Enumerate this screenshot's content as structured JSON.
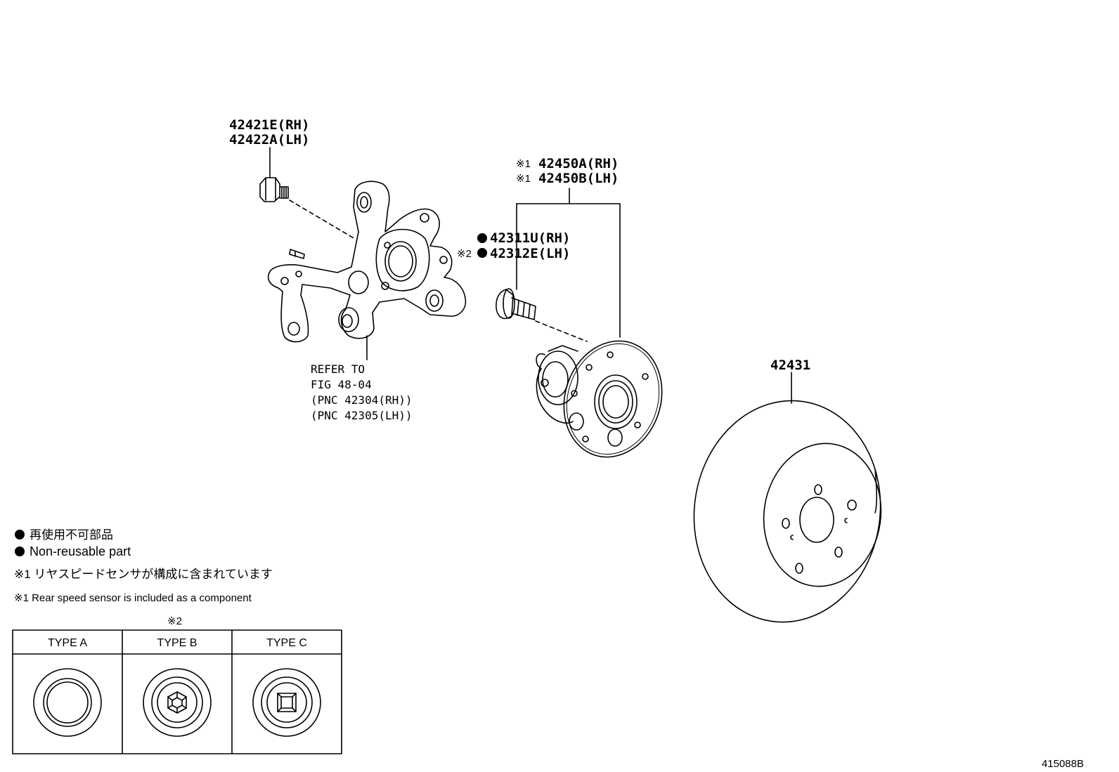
{
  "callouts": {
    "knuckle_bolt_rh": "42421E(RH)",
    "knuckle_bolt_lh": "42422A(LH)",
    "hub_mark_1": "※1",
    "hub_rh": "42450A(RH)",
    "hub_mark_2": "※1",
    "hub_lh": "42450B(LH)",
    "hub_bolt_rh": "42311U(RH)",
    "hub_bolt_mark": "※2",
    "hub_bolt_lh": "42312E(LH)",
    "refer_line1": "REFER TO",
    "refer_line2": "FIG 48-04",
    "refer_line3": "(PNC 42304(RH))",
    "refer_line4": "(PNC 42305(LH))",
    "rotor": "42431"
  },
  "legend": {
    "non_reusable_jp": "再使用不可部品",
    "non_reusable_en": "Non-reusable part",
    "note1_jp": "※1 リヤスピードセンサが構成に含まれています",
    "note1_en": "※1 Rear speed sensor is included as a component"
  },
  "type_table": {
    "mark": "※2",
    "columns": [
      "TYPE A",
      "TYPE B",
      "TYPE C"
    ]
  },
  "illustration_id": "415088B"
}
